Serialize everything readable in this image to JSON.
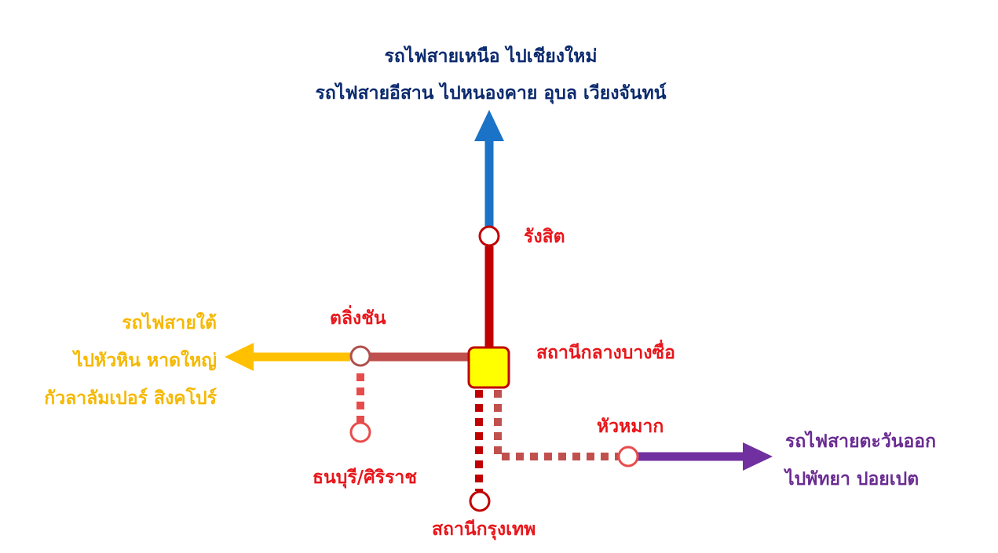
{
  "colors": {
    "north_line": "#1a73c6",
    "south_line": "#ffc000",
    "east_line": "#7030a0",
    "rangsit_line": "#c00000",
    "taling_chan_line": "#c0504d",
    "dashed_red": "#e84b4b",
    "dashed_dark": "#c00000",
    "hub_fill": "#ffff00",
    "hub_border": "#c00000",
    "label_north": "#0b2a6e",
    "label_south": "#f5b800",
    "label_east": "#6a2c91",
    "label_station": "#e8161b"
  },
  "north": {
    "line1": "รถไฟสายเหนือ ไปเชียงใหม่",
    "line2": "รถไฟสายอีสาน ไปหนองคาย อุบล เวียงจันทน์"
  },
  "south": {
    "line1": "รถไฟสายใต้",
    "line2": "ไปหัวหิน หาดใหญ่",
    "line3": "กัวลาลัมเปอร์ สิงคโปร์"
  },
  "east": {
    "line1": "รถไฟสายตะวันออก",
    "line2": "ไปพัทยา ปอยเปต"
  },
  "stations": {
    "rangsit": "รังสิต",
    "taling_chan": "ตลิ่งชัน",
    "bang_sue": "สถานีกลางบางซื่อ",
    "hua_mak": "หัวหมาก",
    "thonburi": "ธนบุรี/ศิริราช",
    "krung_thep": "สถานีกรุงเทพ"
  }
}
